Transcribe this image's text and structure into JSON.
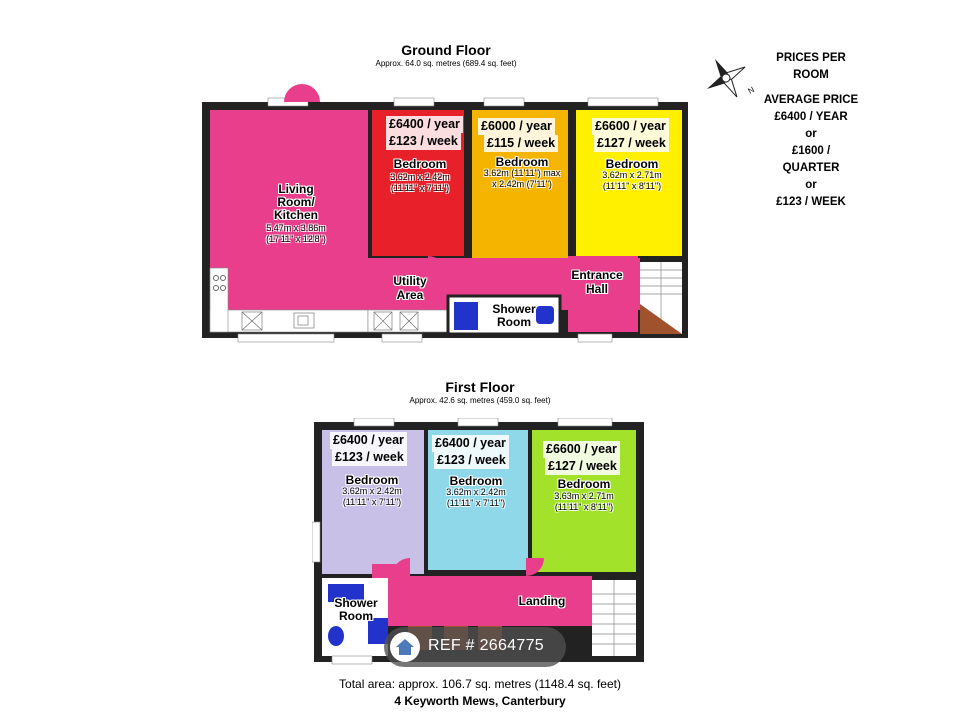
{
  "ground_floor": {
    "title": "Ground Floor",
    "area": "Approx. 64.0 sq. metres (689.4 sq. feet)",
    "rooms": {
      "living": {
        "name": "Living\nRoom/\nKitchen",
        "dim1": "5.47m x 3.86m",
        "dim2": "(17'11\" x 12'8\")"
      },
      "bed1": {
        "price1": "£6400 / year",
        "price2": "£123 / week",
        "name": "Bedroom",
        "dim1": "3.62m x 2.42m",
        "dim2": "(11'11\" x 7'11\")"
      },
      "bed2": {
        "price1": "£6000 / year",
        "price2": "£115 / week",
        "name": "Bedroom",
        "dim1": "3.62m (11'11\") max",
        "dim2": "x 2.42m (7'11\")"
      },
      "bed3": {
        "price1": "£6600 / year",
        "price2": "£127 / week",
        "name": "Bedroom",
        "dim1": "3.62m x 2.71m",
        "dim2": "(11'11\" x 8'11\")"
      },
      "utility": {
        "name": "Utility\nArea"
      },
      "shower": {
        "name": "Shower\nRoom"
      },
      "entrance": {
        "name": "Entrance\nHall"
      }
    }
  },
  "first_floor": {
    "title": "First Floor",
    "area": "Approx. 42.6 sq. metres (459.0 sq. feet)",
    "rooms": {
      "bed1": {
        "price1": "£6400 / year",
        "price2": "£123 / week",
        "name": "Bedroom",
        "dim1": "3.62m x 2.42m",
        "dim2": "(11'11\" x 7'11\")"
      },
      "bed2": {
        "price1": "£6400 / year",
        "price2": "£123 / week",
        "name": "Bedroom",
        "dim1": "3.62m x 2.42m",
        "dim2": "(11'11\" x 7'11\")"
      },
      "bed3": {
        "price1": "£6600 / year",
        "price2": "£127 / week",
        "name": "Bedroom",
        "dim1": "3.63m x 2.71m",
        "dim2": "(11'11\" x 8'11\")"
      },
      "shower": {
        "name": "Shower\nRoom"
      },
      "landing": {
        "name": "Landing"
      }
    }
  },
  "prices_panel": {
    "lines": [
      "PRICES PER",
      "ROOM",
      "",
      "AVERAGE PRICE",
      "£6400 / YEAR",
      "or",
      "£1600 /",
      "QUARTER",
      "or",
      "£123 / WEEK"
    ]
  },
  "compass": {
    "label": "N"
  },
  "footer": {
    "total_area": "Total area: approx. 106.7 sq. metres (1148.4 sq. feet)",
    "address": "4 Keyworth Mews, Canterbury"
  },
  "watermark": {
    "text": "REF # 2664775"
  },
  "colors": {
    "pink": "#e83e8c",
    "red": "#e8202a",
    "orange": "#f5b400",
    "yellow": "#fff000",
    "lilac": "#c8c0e6",
    "blue": "#8ed8ea",
    "green": "#a2e22a",
    "brown": "#a0522d"
  }
}
